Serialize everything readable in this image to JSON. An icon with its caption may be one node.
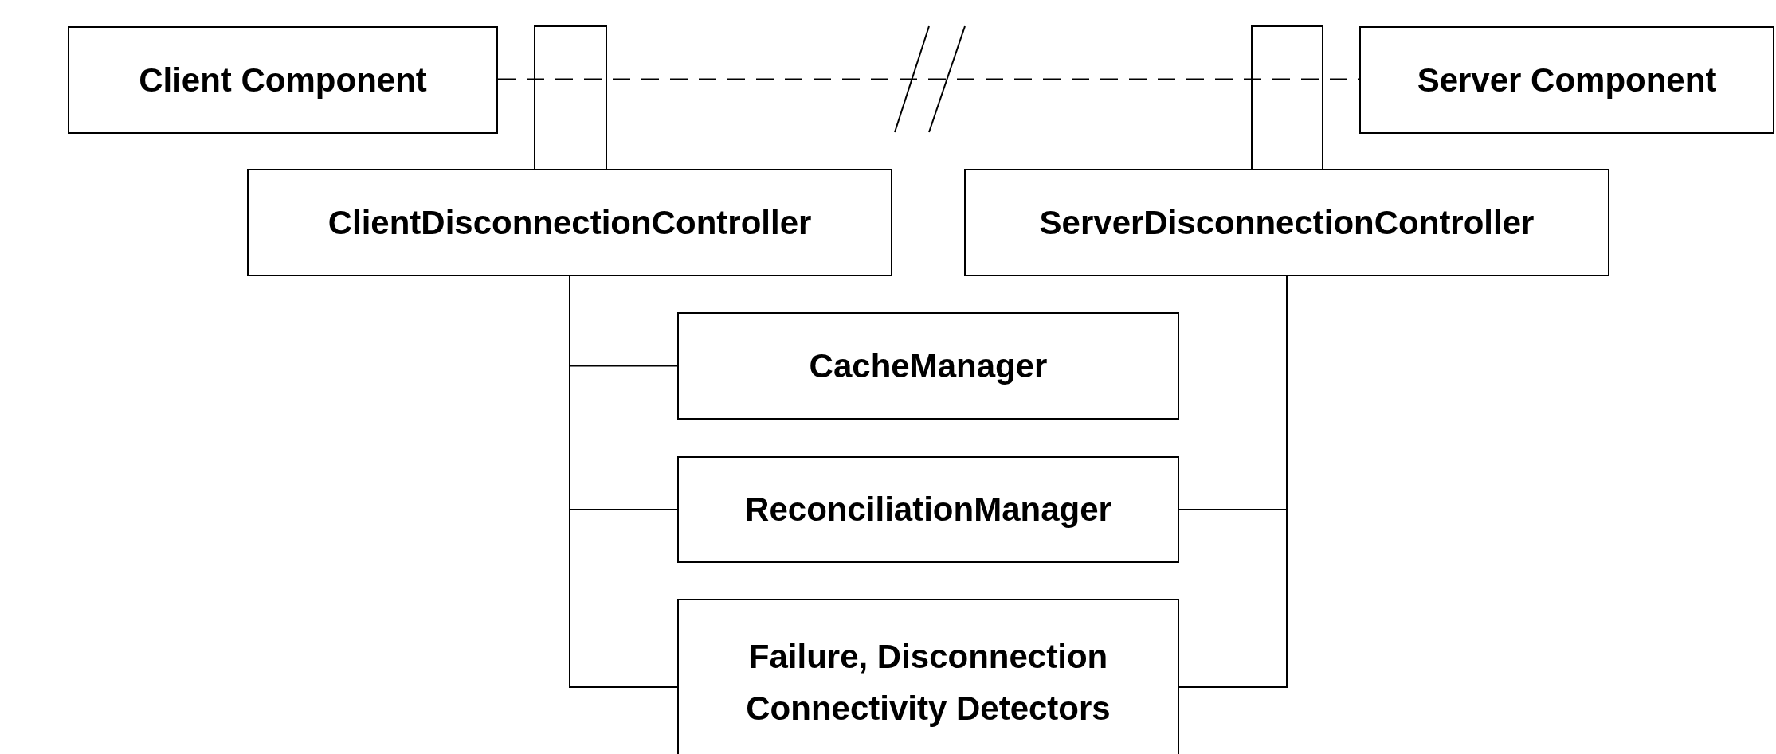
{
  "diagram": {
    "nodes": [
      {
        "text": [
          "Client Component"
        ]
      },
      {
        "text": [
          "ClientDisconnectionController"
        ]
      },
      {
        "text": [
          "Server Component"
        ]
      },
      {
        "text": [
          "ServerDisconnectionController"
        ]
      },
      {
        "text": [
          "CacheManager"
        ]
      },
      {
        "text": [
          "ReconciliationManager"
        ]
      },
      {
        "text": [
          "Failure, Disconnection Connectivity Detectors"
        ]
      }
    ],
    "edges": [
      {
        "from": 0,
        "to": 2,
        "arrow": "none",
        "style": "dashed"
      },
      {
        "from": 1,
        "to": 4,
        "arrow": "none"
      },
      {
        "from": 1,
        "to": 5,
        "arrow": "none"
      },
      {
        "from": 1,
        "to": 6,
        "arrow": "none"
      },
      {
        "from": 3,
        "to": 5,
        "arrow": "none"
      },
      {
        "from": 3,
        "to": 6,
        "arrow": "none"
      }
    ]
  }
}
